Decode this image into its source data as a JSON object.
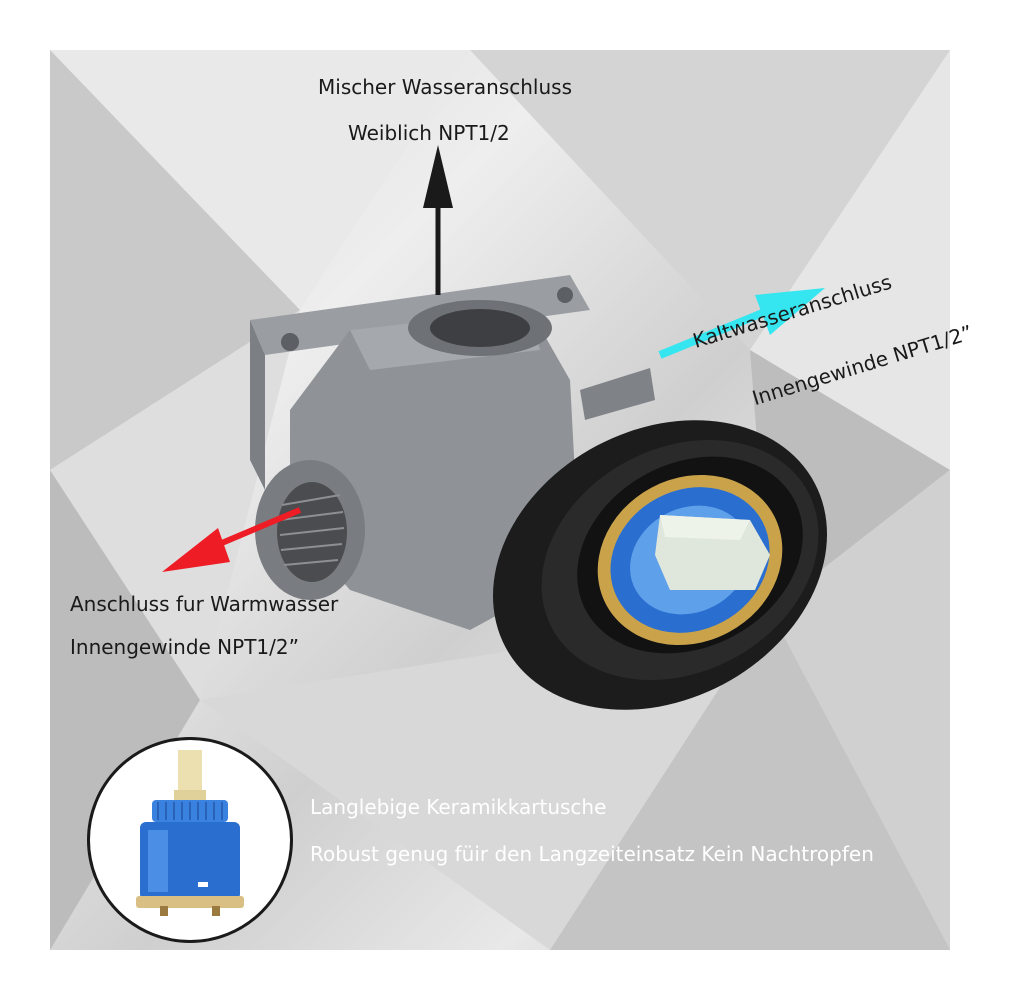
{
  "labels": {
    "top_line1": "Mischer Wasseranschluss",
    "top_line2": "Weiblich NPT1/2",
    "right_line1": "Kaltwasseranschluss",
    "right_line2": "Innengewinde NPT1/2”",
    "left_line1": "Anschluss fur Warmwasser",
    "left_line2": "Innengewinde NPT1/2”",
    "bottom_line1": "Langlebige Keramikkartusche",
    "bottom_line2": "Robust genug füir den Langzeiteinsatz Kein Nachtropfen"
  },
  "colors": {
    "arrow_top": "#1a1a1a",
    "arrow_right": "#35e6f0",
    "arrow_left": "#ee1c24",
    "cartridge_blue": "#2a6fd0"
  },
  "icons": [
    "up-arrow-icon",
    "right-arrow-icon",
    "left-arrow-icon"
  ]
}
